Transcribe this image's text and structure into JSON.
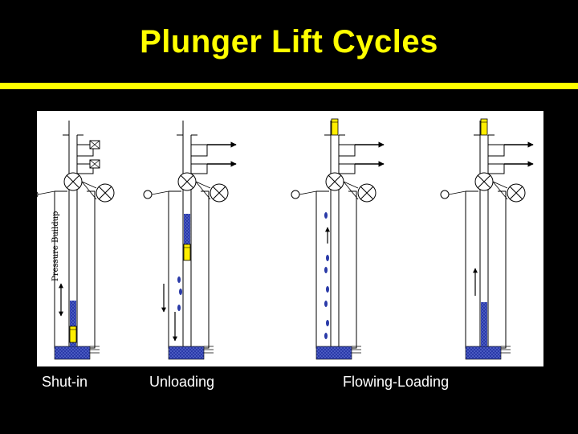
{
  "title": "Plunger Lift Cycles",
  "captions": [
    "Shut-in",
    "Unloading",
    "Flowing-Loading"
  ],
  "diagram": {
    "pressure_label": "Pressure Buildup"
  },
  "colors": {
    "title": "#ffff00",
    "rule": "#ffff00",
    "fluid": "#2a3aa8",
    "plunger": "#ffee00",
    "background": "#000000",
    "panel": "#ffffff"
  }
}
